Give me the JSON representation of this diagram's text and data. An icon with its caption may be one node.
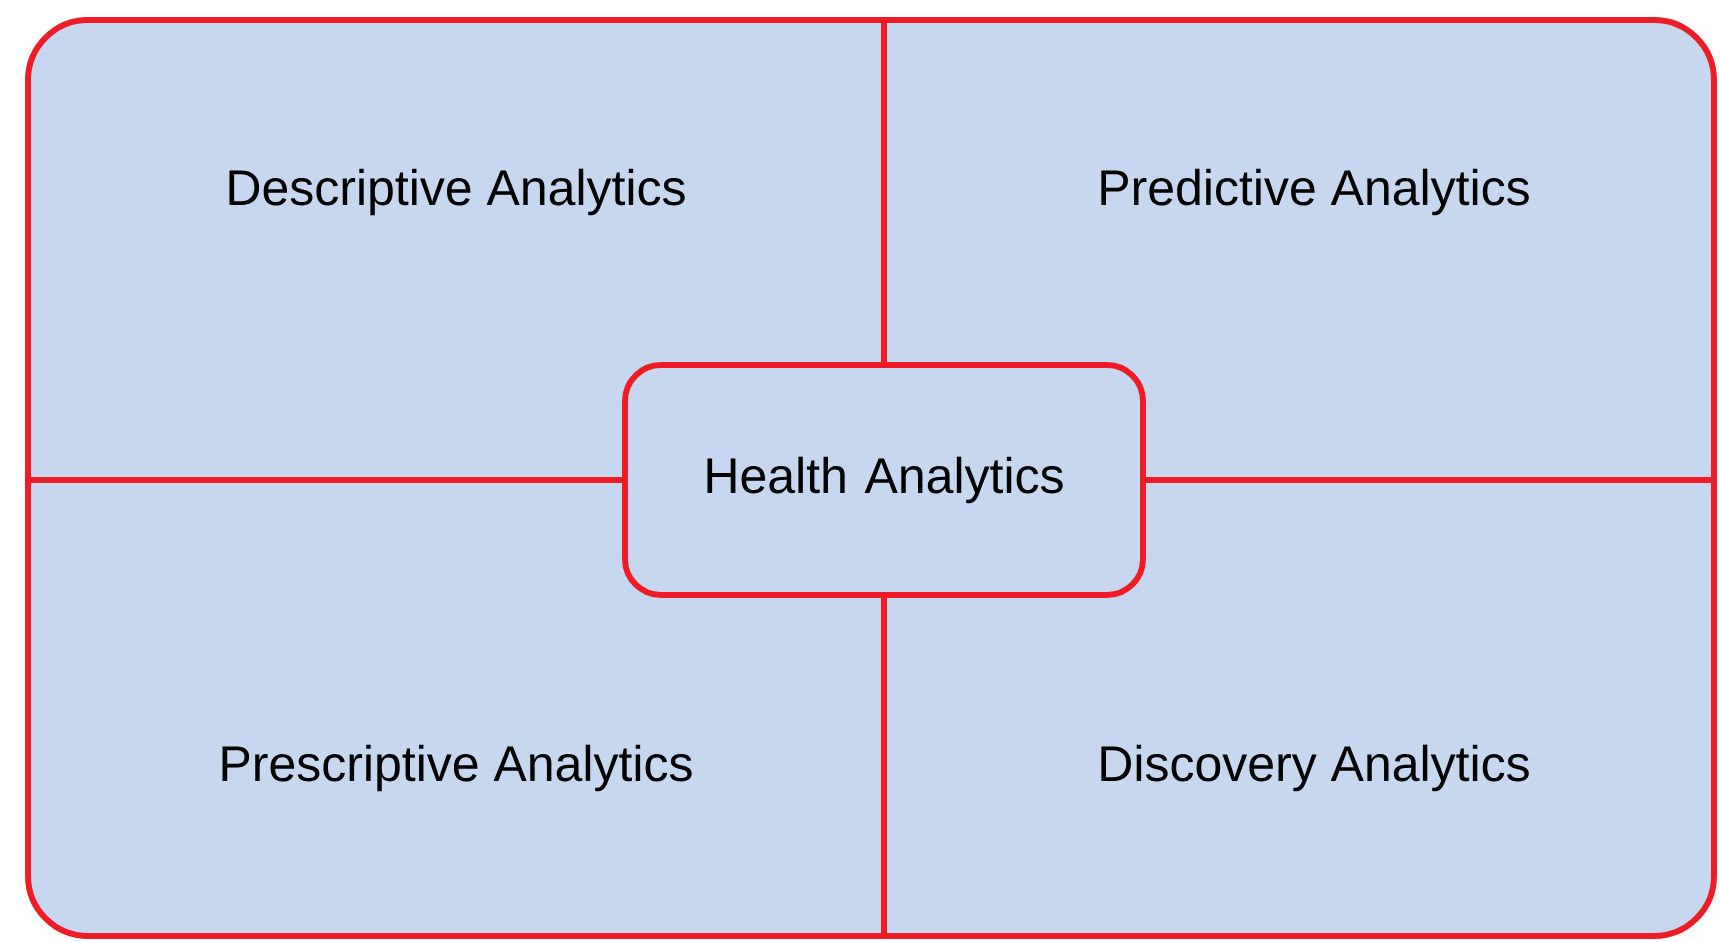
{
  "diagram": {
    "nodes": [
      {
        "text": [
          "Descriptive Analytics"
        ]
      },
      {
        "text": [
          "Predictive Analytics"
        ]
      },
      {
        "text": [
          "Prescriptive Analytics"
        ]
      },
      {
        "text": [
          "Discovery Analytics"
        ]
      },
      {
        "text": [
          "Health Analytics"
        ]
      }
    ]
  }
}
